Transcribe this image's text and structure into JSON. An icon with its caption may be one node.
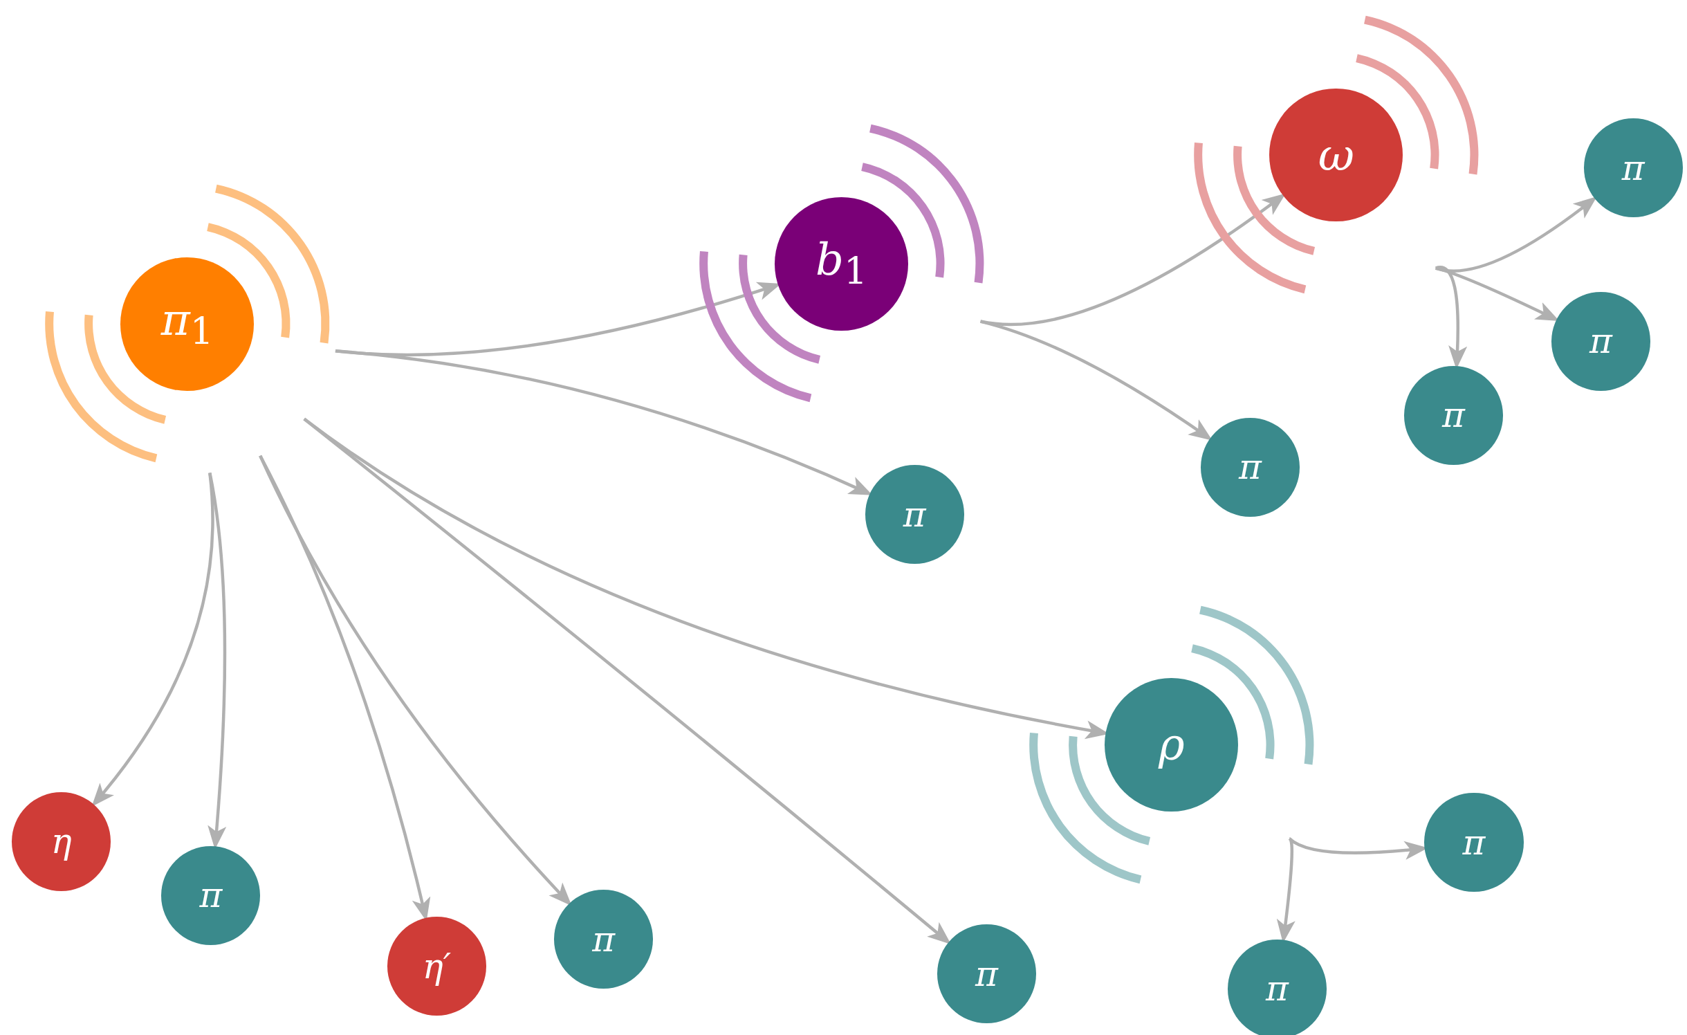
{
  "diagram": {
    "nodes": [
      {
        "text": [
          "π$_{1}$"
        ]
      },
      {
        "text": [
          "b$_{1}$"
        ]
      },
      {
        "text": [
          "ω"
        ]
      },
      {
        "text": [
          "ρ"
        ]
      },
      {
        "text": [
          "π"
        ]
      },
      {
        "text": [
          "π"
        ]
      },
      {
        "text": [
          "π"
        ]
      },
      {
        "text": [
          "π"
        ]
      },
      {
        "text": [
          "π"
        ]
      },
      {
        "text": [
          "η"
        ]
      },
      {
        "text": [
          "π"
        ]
      },
      {
        "text": [
          "η′"
        ]
      },
      {
        "text": [
          "π"
        ]
      },
      {
        "text": [
          "π"
        ]
      },
      {
        "text": [
          "π"
        ]
      },
      {
        "text": [
          "π"
        ]
      }
    ],
    "edges": [
      {
        "from": 0,
        "to": 1,
        "arrow": "to"
      },
      {
        "from": 0,
        "to": 8,
        "arrow": "to"
      },
      {
        "from": 0,
        "to": 3,
        "arrow": "to"
      },
      {
        "from": 0,
        "to": 13,
        "arrow": "to"
      },
      {
        "from": 0,
        "to": 9,
        "arrow": "to"
      },
      {
        "from": 0,
        "to": 10,
        "arrow": "to"
      },
      {
        "from": 0,
        "to": 11,
        "arrow": "to"
      },
      {
        "from": 0,
        "to": 12,
        "arrow": "to"
      },
      {
        "from": 1,
        "to": 2,
        "arrow": "to"
      },
      {
        "from": 1,
        "to": 7,
        "arrow": "to"
      },
      {
        "from": 2,
        "to": 4,
        "arrow": "to"
      },
      {
        "from": 2,
        "to": 5,
        "arrow": "to"
      },
      {
        "from": 2,
        "to": 6,
        "arrow": "to"
      },
      {
        "from": 3,
        "to": 14,
        "arrow": "to"
      },
      {
        "from": 3,
        "to": 15,
        "arrow": "to"
      }
    ]
  }
}
